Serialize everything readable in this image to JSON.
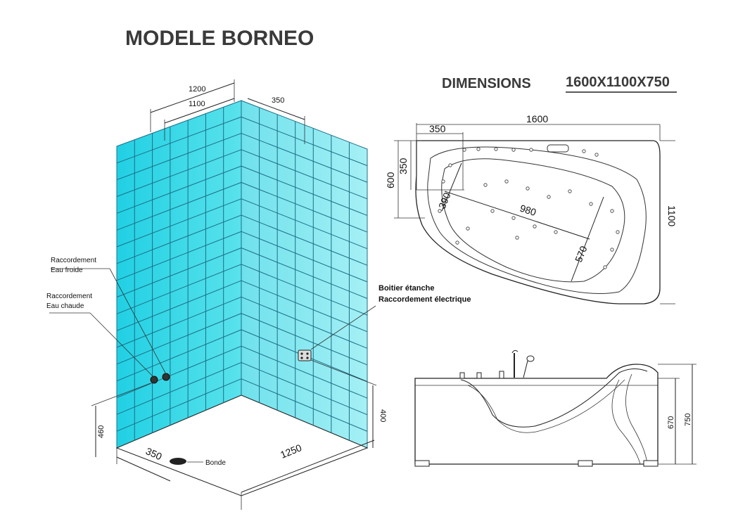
{
  "header": {
    "title": "MODELE BORNEO",
    "dimensions_label": "DIMENSIONS",
    "dimensions_value": "1600X1100X750"
  },
  "room": {
    "dim_top_outer": "1200",
    "dim_top_inner": "1100",
    "dim_top_right": "350",
    "dim_left_height": "460",
    "dim_right_height": "400",
    "dim_floor_left": "350",
    "dim_floor_right": "1250",
    "label_cold_line1": "Raccordement",
    "label_cold_line2": "Eau froide",
    "label_hot_line1": "Raccordement",
    "label_hot_line2": "Eau chaude",
    "label_box_line1": "Boitier étanche",
    "label_box_line2": "Raccordement électrique",
    "label_drain": "Bonde",
    "colors": {
      "tile_left": "#33d6e0",
      "tile_right": "#7ae6ee",
      "grout": "#1c6f86"
    }
  },
  "top_view": {
    "dim_length": "1600",
    "dim_width": "1100",
    "dim_350_h": "350",
    "dim_350_v": "350",
    "dim_600": "600",
    "dim_390": "390",
    "dim_980": "980",
    "dim_570": "570"
  },
  "side_view": {
    "dim_670": "670",
    "dim_750": "750"
  }
}
